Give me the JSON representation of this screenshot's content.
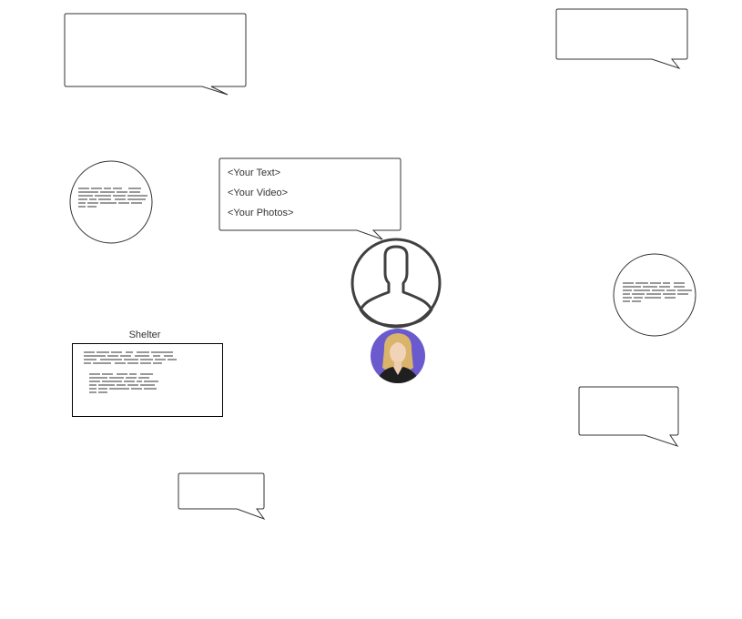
{
  "main_bubble": {
    "items": [
      "<Your Text>",
      "<Your Video>",
      "<Your Photos>"
    ]
  },
  "shelter": {
    "label": "Shelter"
  },
  "icons": {
    "profile": "person-silhouette-icon",
    "avatar": "woman-portrait-avatar"
  },
  "colors": {
    "outline": "#333333",
    "avatar_background": "#6a5acd",
    "placeholder_text": "#999999"
  }
}
